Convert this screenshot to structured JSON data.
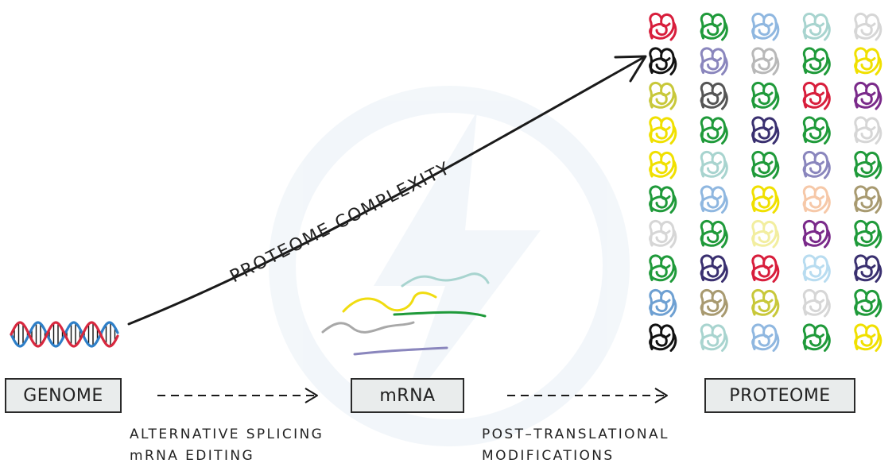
{
  "nodes": {
    "genome": "GENOME",
    "mrna": "mRNA",
    "proteome": "PROTEOME"
  },
  "edges": {
    "genome_to_mrna": [
      "ALTERNATIVE  SPLICING",
      "mRNA  EDITING"
    ],
    "mrna_to_proteome": [
      "POST–TRANSLATIONAL",
      "MODIFICATIONS"
    ]
  },
  "curve_label": "PROTEOME  COMPLEXITY",
  "colors": {
    "dna_strand_a": "#d8283f",
    "dna_strand_b": "#2e7fc8",
    "protein_palette": [
      "#d81e3c",
      "#1f9a3a",
      "#8fb7e0",
      "#a8d4cf",
      "#d6d6d6",
      "#111111",
      "#8a86bd",
      "#b8b8b8",
      "#f0e000",
      "#c8c83a",
      "#555555",
      "#7a2a8a",
      "#3a3070",
      "#f6c8a8",
      "#a89a70",
      "#f2eea0",
      "#b8dcf0",
      "#6ea0d2"
    ],
    "mrna_strands": [
      "#f0dc10",
      "#a8d4cf",
      "#1f9a3a",
      "#a8a8a8",
      "#8a86bd"
    ]
  }
}
